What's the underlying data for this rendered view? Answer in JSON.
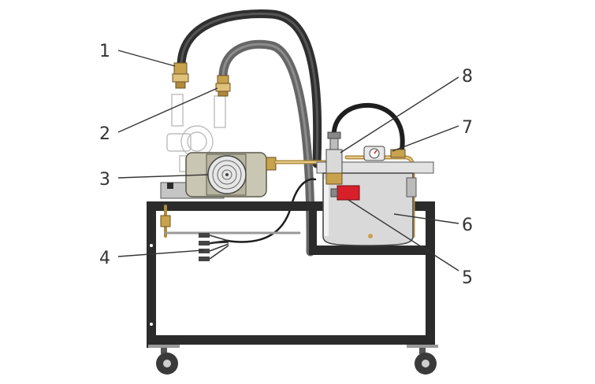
{
  "callouts": [
    {
      "id": "1",
      "label": "1"
    },
    {
      "id": "2",
      "label": "2"
    },
    {
      "id": "3",
      "label": "3"
    },
    {
      "id": "4",
      "label": "4"
    },
    {
      "id": "5",
      "label": "5"
    },
    {
      "id": "6",
      "label": "6"
    },
    {
      "id": "7",
      "label": "7"
    },
    {
      "id": "8",
      "label": "8"
    }
  ],
  "colors": {
    "frame": "#2b2b2b",
    "hose_dark": "#3a3a3a",
    "hose_grey": "#6a6a6a",
    "brass": "#d6b46a",
    "motor_body": "#c9c6b4",
    "tank": "#d9d9d9",
    "valve_red": "#d8202a",
    "leader": "#333333"
  }
}
